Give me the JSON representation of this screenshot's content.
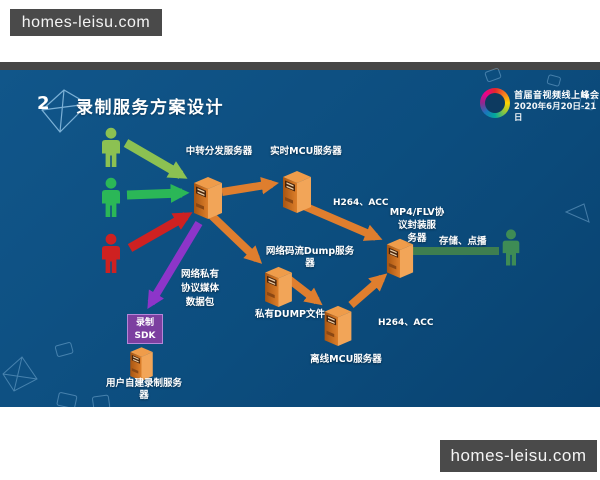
{
  "watermark_top": {
    "text": "homes-leisu.com"
  },
  "watermark_bottom": {
    "text": "homes-leisu.com"
  },
  "slide": {
    "badge_number": "2",
    "title": "录制服务方案设计",
    "conference": {
      "name": "首届音视频线上峰会",
      "date": "2020年6月20日-21日"
    },
    "diagram": {
      "relay_server_label": "中转分发服务器",
      "realtime_mcu_label": "实时MCU服务器",
      "codec_top_label": "H264、ACC",
      "mp4_server_label": [
        "MP4/FLV协",
        "议封装服",
        "务器"
      ],
      "storage_label": "存储、点播",
      "dump_server_label": "网络码流Dump服务器",
      "private_dump_label": "私有DUMP文件",
      "offline_mcu_label": "离线MCU服务器",
      "codec_bottom_label": "H264、ACC",
      "packet_label": [
        "网络私有",
        "协议媒体",
        "数据包"
      ],
      "sdk_label": [
        "录制",
        "SDK"
      ],
      "user_server_label": [
        "用户自建录制服务",
        "器"
      ]
    },
    "colors": {
      "slide_bg": "#0c4d7e",
      "topbar": "#454545",
      "watermark_bg": "#4a4a4a",
      "publisher_1": "#8cc152",
      "publisher_2": "#2bb757",
      "publisher_3": "#ce2121",
      "viewer": "#3e8c55",
      "arrow_orange": "#df7e2e",
      "arrow_purple": "#8d35c9",
      "arrow_storage": "#3e7e50",
      "server_orange": "#d4741f",
      "sdk_box": "#7c3fa0"
    }
  }
}
